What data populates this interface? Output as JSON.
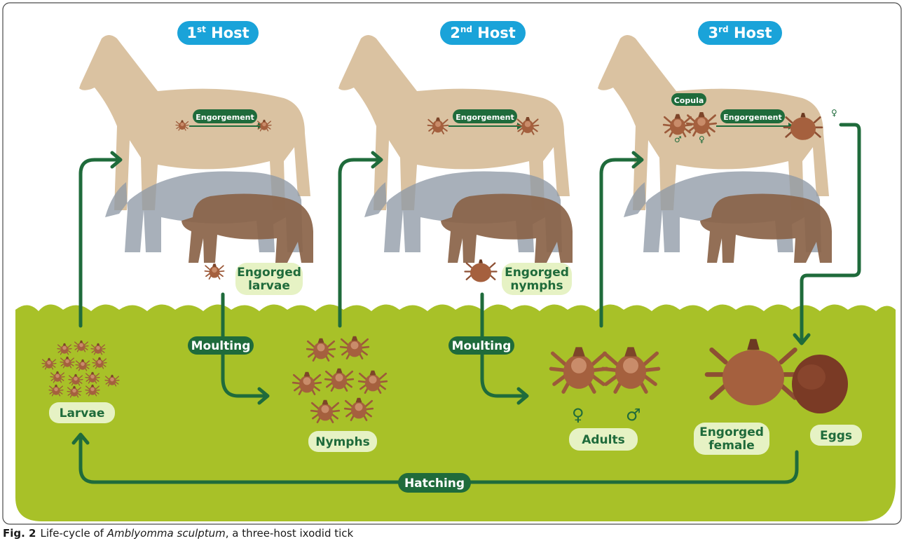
{
  "hosts": [
    {
      "number": "1",
      "suffix": "st",
      "word": "Host"
    },
    {
      "number": "2",
      "suffix": "nd",
      "word": "Host"
    },
    {
      "number": "3",
      "suffix": "rd",
      "word": "Host"
    }
  ],
  "labels": {
    "engorgement": "Engorgement",
    "copula": "Copula",
    "engorged_larvae": [
      "Engorged",
      "larvae"
    ],
    "engorged_nymphs": [
      "Engorged",
      "nymphs"
    ],
    "moulting": "Moulting",
    "larvae": "Larvae",
    "nymphs": "Nymphs",
    "adults": "Adults",
    "engorged_female": [
      "Engorged",
      "female"
    ],
    "eggs": "Eggs",
    "hatching": "Hatching",
    "female_symbol": "♀",
    "male_symbol": "♂"
  },
  "caption": {
    "fig": "Fig. 2",
    "text_before": "Life-cycle of ",
    "species": "Amblyomma sculptum",
    "text_after": ", a three-host ixodid tick"
  },
  "colors": {
    "grass": "#a8c128",
    "arrow": "#1f6b3b",
    "host_badge": "#1aa3d9",
    "label_bg": "#e6f2c4",
    "tick": "#9c5a3a",
    "horse": "#d8bf9c",
    "tapir": "#8f9aa6",
    "capybara": "#8a6348"
  }
}
